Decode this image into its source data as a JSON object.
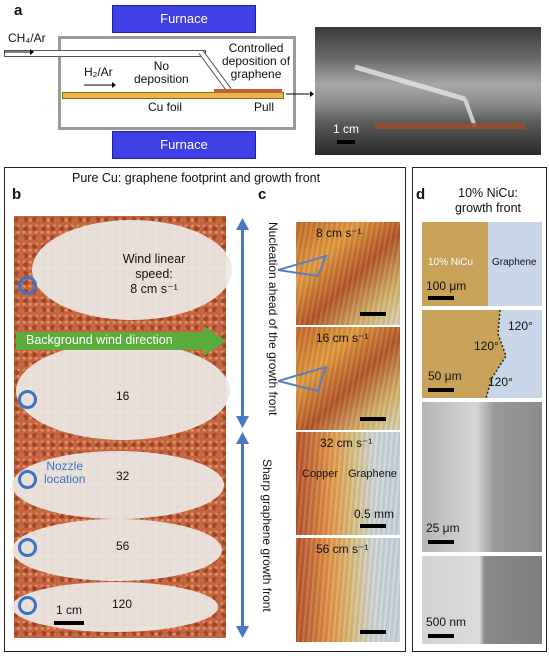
{
  "panels": {
    "a": "a",
    "b": "b",
    "c": "c",
    "d": "d"
  },
  "panel_a": {
    "furnace_top": "Furnace",
    "furnace_bottom": "Furnace",
    "gas_in": "CH₄/Ar",
    "h2ar": "H₂/Ar",
    "no_deposition": "No\ndeposition",
    "controlled": "Controlled\ndeposition of\ngraphene",
    "cu_foil": "Cu foil",
    "pull": "Pull",
    "photo_scale": "1 cm"
  },
  "panel_bc": {
    "title": "Pure Cu: graphene footprint and growth front",
    "wind_speed": "Wind linear\nspeed:\n8 cm s⁻¹",
    "wind_direction": "Background wind direction",
    "speeds": [
      "16",
      "32",
      "56",
      "120"
    ],
    "nozzle": "Nozzle\nlocation",
    "scale": "1 cm",
    "nucleation": "Nucleation ahead of the growth front",
    "sharp": "Sharp graphene growth front",
    "c_labels": [
      "8 cm s⁻¹",
      "16 cm s⁻¹",
      "32 cm s⁻¹",
      "56 cm s⁻¹"
    ],
    "copper": "Copper",
    "graphene": "Graphene",
    "c_scale": "0.5 mm"
  },
  "panel_d": {
    "title": "10% NiCu:\ngrowth front",
    "nicu": "10% NiCu",
    "graphene": "Graphene",
    "angles": [
      "120°",
      "120°",
      "120°"
    ],
    "scales": [
      "100 μm",
      "50 μm",
      "25 μm",
      "500 nm"
    ]
  }
}
